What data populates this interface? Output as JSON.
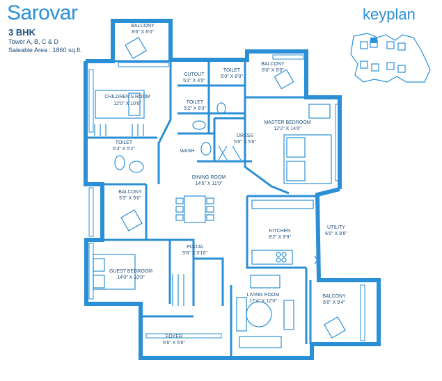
{
  "header": {
    "project": "Sarovar",
    "unit_type": "3 BHK",
    "towers": "Tower A, B, C & D",
    "saleable_area": "Saleable Area : 1860 sq.ft."
  },
  "keyplan": {
    "title": "keyplan"
  },
  "colors": {
    "wall": "#2b8fd6",
    "text": "#1f4e7a",
    "accent": "#2b8fd6"
  },
  "rooms": {
    "balcony_top": {
      "name": "BALCONY",
      "size": "8'6\" X 6'0\""
    },
    "cutout": {
      "name": "CUTOUT",
      "size": "5'2\" X 4'0\""
    },
    "toilet_a": {
      "name": "TOILET",
      "size": "5'0\" X 8'0\""
    },
    "balcony_master": {
      "name": "BALCONY",
      "size": "8'6\" X 6'0\""
    },
    "childrens_room": {
      "name": "CHILDREN'S ROOM",
      "size": "12'0\" X 10'6\""
    },
    "toilet_b": {
      "name": "TOILET",
      "size": "5'2\" X 6'0\""
    },
    "master_bedroom": {
      "name": "MASTER BEDROOM",
      "size": "12'2\" X 14'0\""
    },
    "dress": {
      "name": "DRESS",
      "size": "5'6\" X 5'6\""
    },
    "toilet_c": {
      "name": "TOILET",
      "size": "6'3\" X 5'2\""
    },
    "wash": {
      "name": "WASH"
    },
    "dining_room": {
      "name": "DINING ROOM",
      "size": "14'5\" X 11'0\""
    },
    "balcony_left": {
      "name": "BALCONY",
      "size": "5'3\" X 9'0\""
    },
    "kitchen": {
      "name": "KITCHEN",
      "size": "8'2\" X 9'9\""
    },
    "utility": {
      "name": "UTILITY",
      "size": "6'0\" X 8'6\""
    },
    "pooja": {
      "name": "POOJA",
      "size": "5'6\" X 3'10\""
    },
    "guest_bedroom": {
      "name": "GUEST BEDROOM",
      "size": "14'0\" X 10'0\""
    },
    "living_room": {
      "name": "LIVING ROOM",
      "size": "17'4\" X 12'0\""
    },
    "balcony_right": {
      "name": "BALCONY",
      "size": "6'0\" X 9'4\""
    },
    "foyer": {
      "name": "FOYER",
      "size": "6'6\" X 5'6\""
    }
  }
}
